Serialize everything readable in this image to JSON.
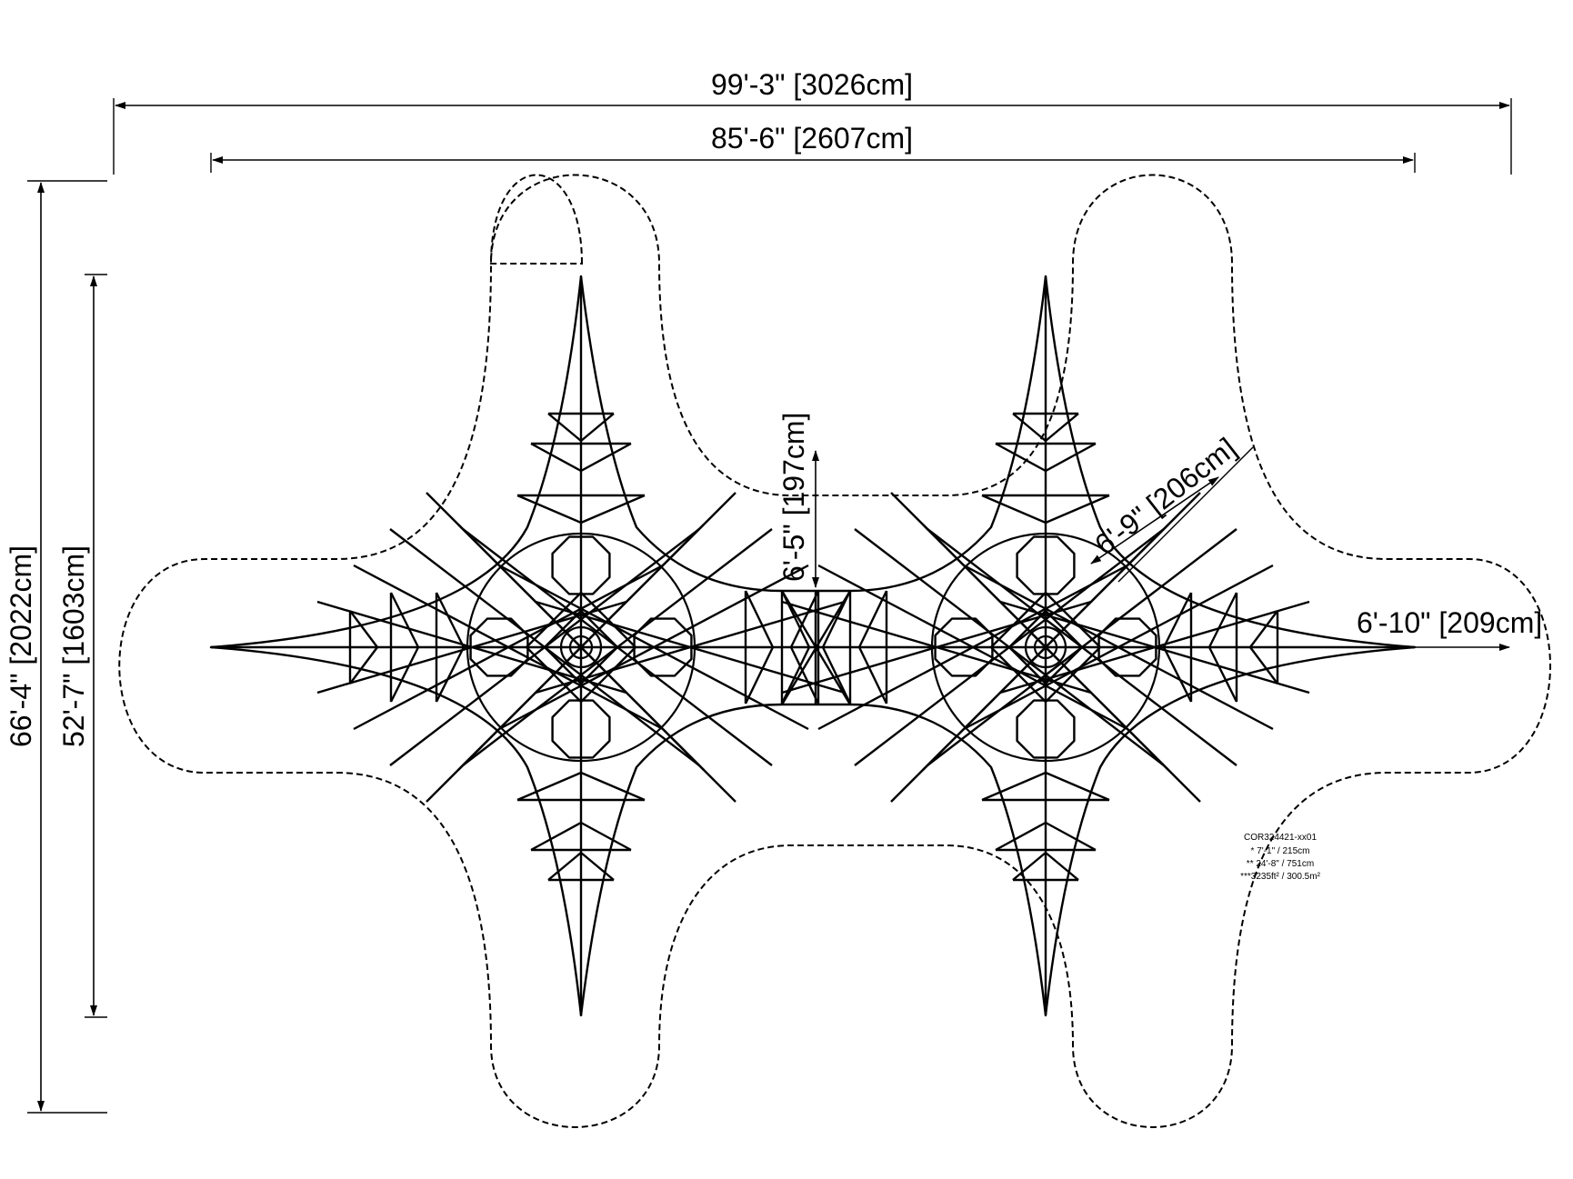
{
  "dimensions": {
    "overall_width": "99'-3\" [3026cm]",
    "structure_width": "85'-6\" [2607cm]",
    "overall_depth": "66'-4\" [2022cm]",
    "structure_depth": "52'-7\" [1603cm]",
    "center_gap": "6'-5\" [197cm]",
    "diagonal_clearance": "6'-9\" [206cm]",
    "end_clearance": "6'-10\" [209cm]"
  },
  "notes": {
    "model_code": "COR324421-xx01",
    "height": "* 7'-1\" / 215cm",
    "length": "** 24'-8\" / 751cm",
    "area": "***3235ft² / 300.5m²"
  },
  "colors": {
    "ink": "#000000",
    "background": "#ffffff"
  }
}
